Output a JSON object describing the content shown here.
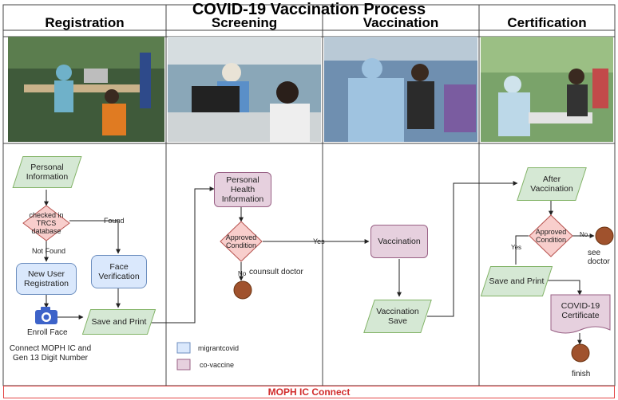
{
  "title": "COVID-19 Vaccination Process",
  "lanes": [
    "Registration",
    "Screening",
    "Vaccination",
    "Certification"
  ],
  "registration": {
    "personal_information": "Personal Information",
    "decision": "checked in TRCS database",
    "found": "Found",
    "not_found": "Not Found",
    "new_user_registration": "New User Registration",
    "face_verification": "Face Verification",
    "enroll_face": "Enroll Face",
    "save_and_print": "Save and Print",
    "note": "Connect MOPH IC and Gen 13 Digit Number"
  },
  "screening": {
    "personal_health_information": "Personal Health Information",
    "approved_condition": "Approved Condition",
    "no": "No",
    "consult_doctor": "counsult doctor"
  },
  "vaccination": {
    "yes": "Yes",
    "vaccination": "Vaccination",
    "vaccination_save": "Vaccination Save"
  },
  "certification": {
    "after_vaccination": "After Vaccination",
    "approved_condition": "Approved Condition",
    "no": "No",
    "see_doctor": "see doctor",
    "yes": "Yes",
    "save_and_print": "Save and Print",
    "certificate": "COVID-19 Certificate",
    "finish": "finish"
  },
  "legend": [
    {
      "label": "migrantcovid",
      "color": "#dae8fc"
    },
    {
      "label": "co-vaccine",
      "color": "#e6d0de"
    }
  ],
  "footer": "MOPH IC Connect",
  "colors": {
    "data_green": "#d5e8d4",
    "process_blue": "#dae8fc",
    "process_pink": "#e6d0de",
    "decision_pink": "#f8cecc",
    "terminal_brown": "#a0522d",
    "footer_red": "#d12b2b"
  }
}
